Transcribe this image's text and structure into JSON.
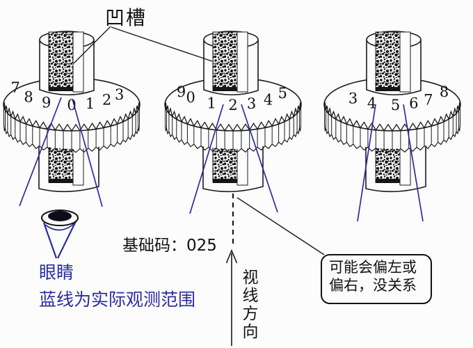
{
  "labels": {
    "groove": "凹槽",
    "base_code": "基础码：025",
    "eye": "眼睛",
    "blue_range": "蓝线为实际观测范围",
    "sight_direction": "视线方向"
  },
  "note_box": {
    "line1": "可能会偏左或",
    "line2": "偏右，没关系"
  },
  "dials": [
    {
      "name": "left-dial",
      "front_number": "0",
      "numbers": [
        "7",
        "8",
        "9",
        "0",
        "1",
        "2",
        "3"
      ]
    },
    {
      "name": "middle-dial",
      "front_number": "2",
      "numbers": [
        "9",
        "0",
        "1",
        "2",
        "3",
        "4",
        "5"
      ]
    },
    {
      "name": "right-dial",
      "front_number": "5",
      "numbers": [
        "3",
        "4",
        "5",
        "6",
        "7",
        "8"
      ]
    }
  ],
  "base_code_value": "025",
  "icons": {
    "eye": "eye-icon",
    "sight_arrow": "up-arrow-icon"
  },
  "colors": {
    "blue": "#2b2b9e",
    "ink": "#1a1a1a",
    "background": "#fcfcfc"
  }
}
